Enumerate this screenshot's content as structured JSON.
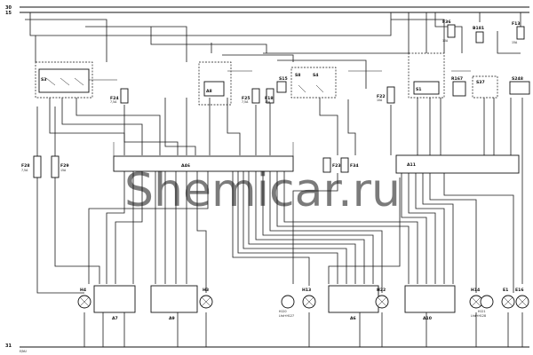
{
  "rails": {
    "top1": "30",
    "top2": "15",
    "bottom": "31"
  },
  "watermark": "Shemicar.ru",
  "components": {
    "s3": "S3",
    "f24": "F24",
    "a8": "A8",
    "f25": "F25",
    "f18": "F18",
    "s15": "S15",
    "s8": "S8",
    "s4": "S4",
    "f22": "F22",
    "s1": "S1",
    "f36": "F36",
    "b181": "B181",
    "r167": "R167",
    "s37": "S37",
    "f13": "F13",
    "s248": "S248",
    "a46": "A46",
    "a11": "A11",
    "f28": "F28",
    "f29": "F29",
    "f23": "F23",
    "f34": "F34",
    "h4": "H4",
    "h3": "H3",
    "h13": "H13",
    "h22": "H22",
    "h14": "H14",
    "e1": "E1",
    "e16": "E16",
    "a7": "A7",
    "a9": "A9",
    "a6": "A6",
    "a10": "A10",
    "h120": "H120",
    "h121": "H121"
  },
  "fuse_ratings": {
    "f28": "7,5A",
    "f29": "15A",
    "f24": "7,5A",
    "f25": "7,5A",
    "f18": "15A",
    "f22": "10A",
    "f36": "10A",
    "f13": "15A"
  },
  "sub_labels": {
    "h120": "Lhd+H127",
    "h121": "Lhd+H128"
  },
  "ground_labels": {
    "left": "E/NU"
  }
}
